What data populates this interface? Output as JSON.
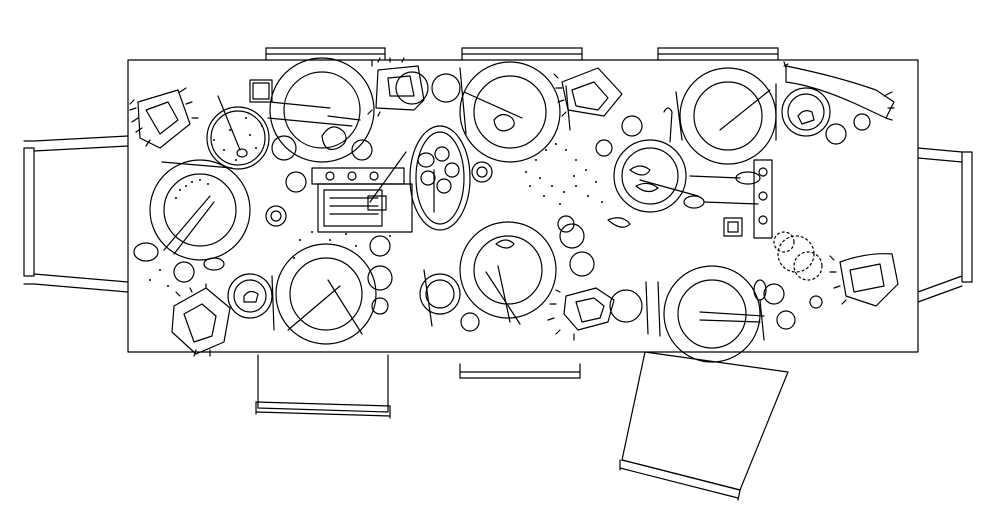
{
  "scene": {
    "subject": "dinner-table-aftermath",
    "line_color": "#000000",
    "background_color": "#ffffff",
    "chairs_count": 8,
    "place_settings_count": 8
  }
}
